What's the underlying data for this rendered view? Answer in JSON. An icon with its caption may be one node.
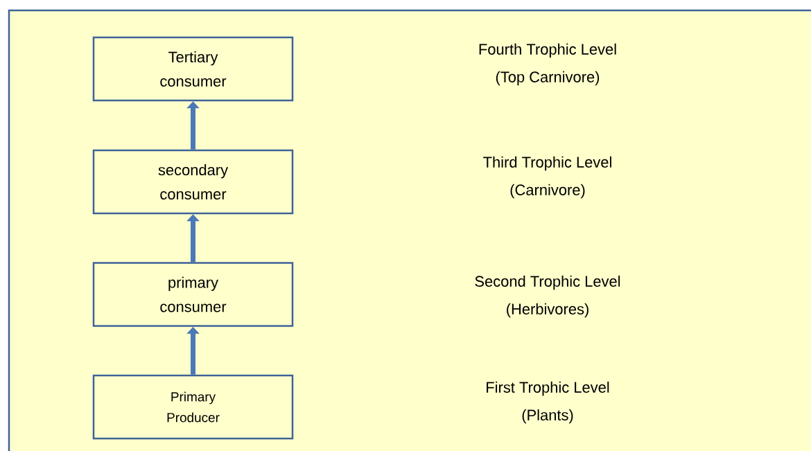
{
  "diagram": {
    "nodes": [
      {
        "text": [
          "Tertiary consumer"
        ],
        "beside": [
          "Fourth Trophic Level",
          "(Top Carnivore)"
        ]
      },
      {
        "text": [
          "secondary consumer"
        ],
        "beside": [
          "Third Trophic Level",
          "(Carnivore)"
        ]
      },
      {
        "text": [
          "primary consumer"
        ],
        "beside": [
          "Second Trophic Level",
          "(Herbivores)"
        ]
      },
      {
        "text": [
          "Primary Producer"
        ],
        "beside": [
          "First Trophic Level",
          "(Plants)"
        ]
      }
    ],
    "edges": [
      {
        "from": 3,
        "to": 2,
        "arrow": "to"
      },
      {
        "from": 2,
        "to": 1,
        "arrow": "to"
      },
      {
        "from": 1,
        "to": 0,
        "arrow": "to"
      }
    ]
  }
}
